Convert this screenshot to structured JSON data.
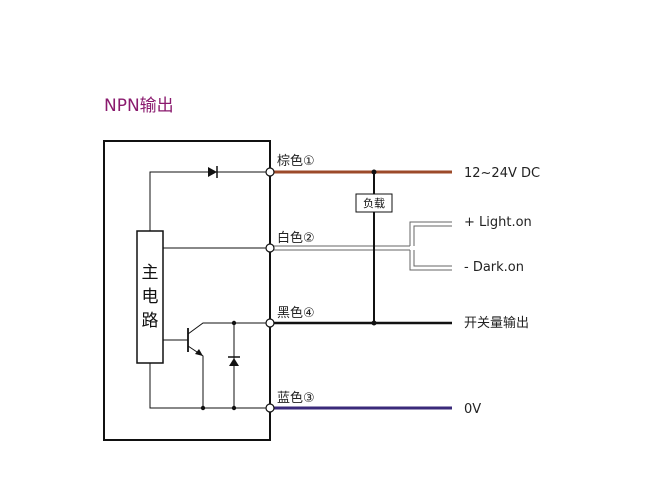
{
  "title": "NPN输出",
  "main_circuit_label": [
    "主",
    "电",
    "路"
  ],
  "load_label": "负载",
  "terminals": {
    "brown": "棕色①",
    "white": "白色②",
    "black": "黑色④",
    "blue": "蓝色③"
  },
  "right_labels": {
    "power": "12~24V DC",
    "light_on": "+ Light.on",
    "dark_on": "- Dark.on",
    "switch_output": "开关量输出",
    "zero_v": "0V"
  },
  "colors": {
    "title": "#8a1a6e",
    "brown_wire": "#9c4a2a",
    "blue_wire": "#3a2a7a",
    "black_wire": "#111111",
    "white_wire": "#666666"
  }
}
